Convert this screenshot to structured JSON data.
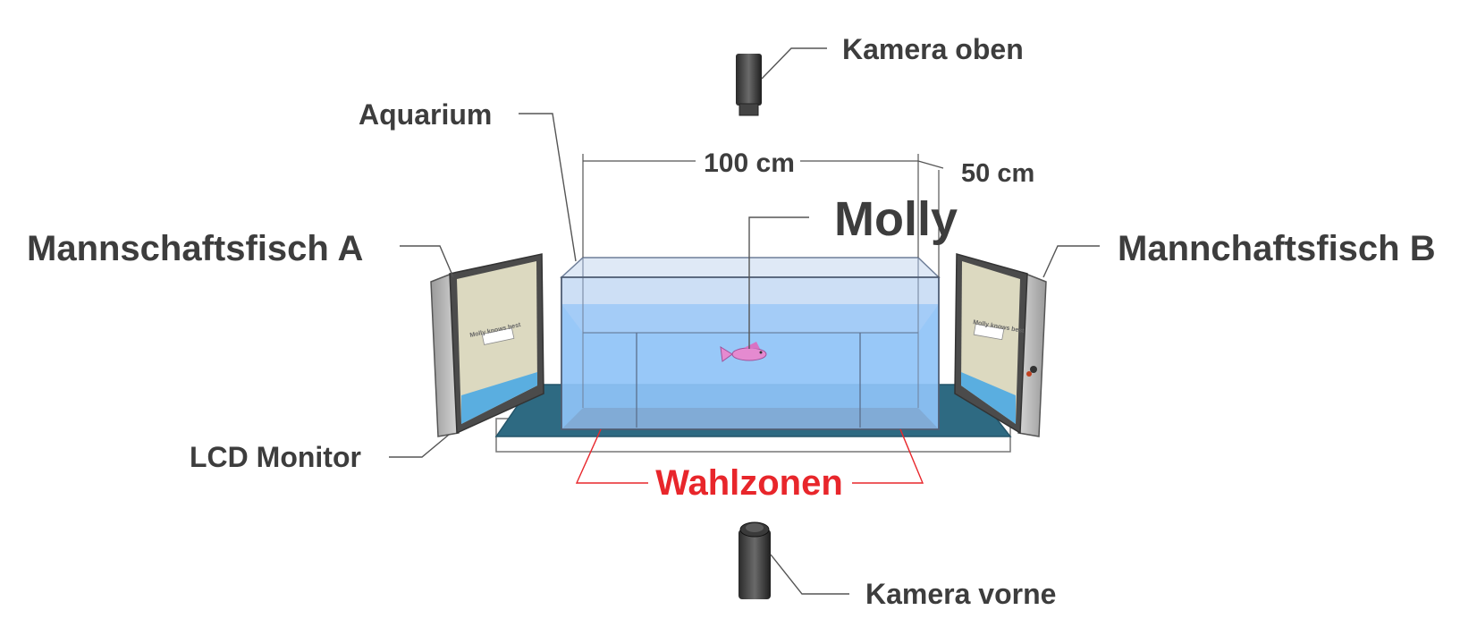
{
  "labels": {
    "camera_top": "Kamera oben",
    "aquarium": "Aquarium",
    "width_dim": "100 cm",
    "depth_dim": "50 cm",
    "fish": "Molly",
    "team_fish_a": "Mannschaftsfisch A",
    "team_fish_b": "Mannchaftsfisch B",
    "lcd_monitor": "LCD Monitor",
    "choice_zones": "Wahlzonen",
    "camera_front": "Kamera vorne"
  },
  "monitor_screen": {
    "title": "Molly knows best"
  },
  "colors": {
    "label_text": "#3d3d3d",
    "choice_zones": "#e8262b",
    "water": "#8fc3f7",
    "base_plate": "#2e6a82",
    "fish": "#e58ad0"
  }
}
